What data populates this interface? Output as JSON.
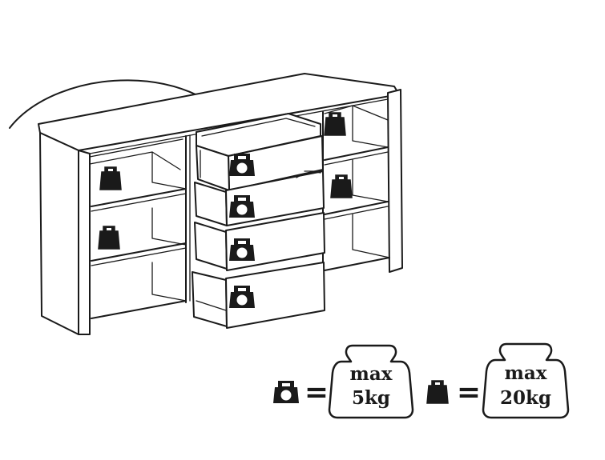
{
  "legend": {
    "light": {
      "equals": "=",
      "line1": "max",
      "line2": "5kg"
    },
    "heavy": {
      "equals": "=",
      "line1": "max",
      "line2": "20kg"
    }
  },
  "icons": {
    "light_weight": "hollow-weight-icon",
    "heavy_weight": "solid-weight-icon"
  },
  "colors": {
    "ink": "#1a1a1a",
    "paper": "#ffffff"
  }
}
